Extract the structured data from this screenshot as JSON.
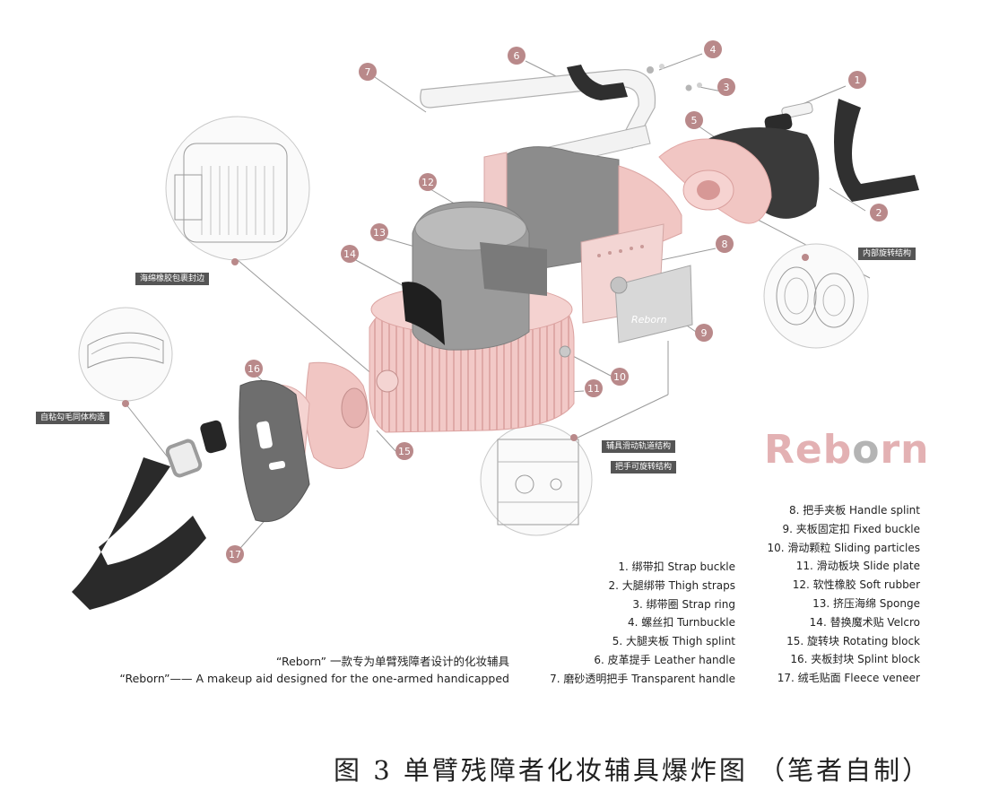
{
  "brand": {
    "wordmark_head": "Reb",
    "wordmark_o": "o",
    "wordmark_tail": "rn",
    "color_main": "#e3b1b3",
    "color_o": "#b4b4b4"
  },
  "device_logo": "Reborn",
  "callouts": [
    "1",
    "2",
    "3",
    "4",
    "5",
    "6",
    "7",
    "8",
    "9",
    "10",
    "11",
    "12",
    "13",
    "14",
    "15",
    "16",
    "17"
  ],
  "detail_tags": {
    "sponge_edge": "海绵橡胶包裹封边",
    "internal_rotation": "内部旋转结构",
    "velcro_fleece": "自粘勾毛同体构造",
    "slide_rail": "辅具滑动轨道结构",
    "handle_rotation": "把手可旋转结构"
  },
  "parts_left": [
    "1. 绑带扣  Strap buckle",
    "2. 大腿绑带  Thigh straps",
    "3. 绑带圈  Strap ring",
    "4. 螺丝扣  Turnbuckle",
    "5. 大腿夹板  Thigh splint",
    "6. 皮革提手  Leather handle",
    "7. 磨砂透明把手  Transparent handle"
  ],
  "parts_right": [
    "8. 把手夹板  Handle splint",
    "9. 夹板固定扣  Fixed buckle",
    "10. 滑动颗粒  Sliding particles",
    "11. 滑动板块  Slide plate",
    "12. 软性橡胶  Soft rubber",
    "13. 挤压海绵   Sponge",
    "14. 替换魔术贴  Velcro",
    "15. 旋转块  Rotating block",
    "16. 夹板封块  Splint block",
    "17. 绒毛贴面  Fleece veneer"
  ],
  "caption_cn": "“Reborn” 一款专为单臂残障者设计的化妆辅具",
  "caption_en": "“Reborn”—— A makeup aid designed for the one-armed handicapped",
  "figure_caption": "图 3  单臂残障者化妆辅具爆炸图 （笔者自制）",
  "colors": {
    "pink": "#f0c4c2",
    "gray": "#8f8f8f",
    "dark": "#2f2f2f",
    "marker": "#b9898a"
  }
}
